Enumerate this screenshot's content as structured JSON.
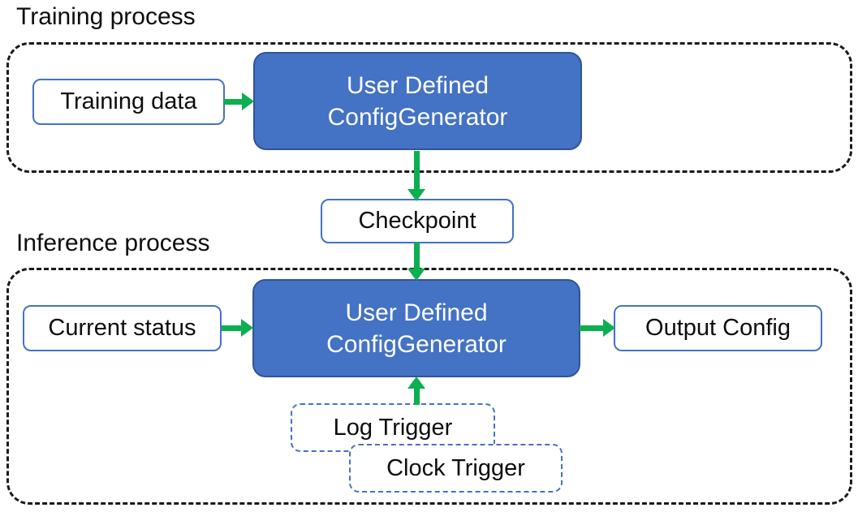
{
  "colors": {
    "accent_blue": "#4472C4",
    "blue_border": "#2F5597",
    "box_border_blue": "#4472C4",
    "green": "#0CAF50",
    "dash_black": "#1a1a1a",
    "text_dark": "#0d0d0d",
    "white": "#ffffff"
  },
  "sections": {
    "training": {
      "label": "Training process"
    },
    "inference": {
      "label": "Inference process"
    }
  },
  "nodes": {
    "training_data": {
      "label": "Training data"
    },
    "generator_training": {
      "label_lines": [
        "User Defined",
        "ConfigGenerator"
      ]
    },
    "checkpoint": {
      "label": "Checkpoint"
    },
    "current_status": {
      "label": "Current status"
    },
    "generator_inference": {
      "label_lines": [
        "User Defined",
        "ConfigGenerator"
      ]
    },
    "output_config": {
      "label": "Output Config"
    },
    "log_trigger": {
      "label": "Log Trigger"
    },
    "clock_trigger": {
      "label": "Clock Trigger"
    }
  },
  "edges": [
    {
      "from": "training_data",
      "to": "generator_training",
      "direction": "right"
    },
    {
      "from": "generator_training",
      "to": "checkpoint",
      "direction": "down"
    },
    {
      "from": "checkpoint",
      "to": "generator_inference",
      "direction": "down"
    },
    {
      "from": "current_status",
      "to": "generator_inference",
      "direction": "right"
    },
    {
      "from": "generator_inference",
      "to": "output_config",
      "direction": "right"
    },
    {
      "from": "log_trigger",
      "to": "generator_inference",
      "direction": "up"
    }
  ]
}
